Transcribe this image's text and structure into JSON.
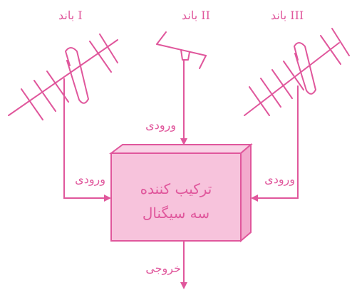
{
  "colors": {
    "line": "#e0579c",
    "box_front": "#f7c3dc",
    "box_top": "#f9d3e6",
    "box_side": "#f3aacd",
    "text": "#e0579c"
  },
  "labels": {
    "band_1": "باند I",
    "band_2": "باند II",
    "band_3": "باند III",
    "input_top": "ورودی",
    "input_left": "ورودی",
    "input_right": "ورودی",
    "output": "خروجی"
  },
  "combiner": {
    "line1": "ترکیب کننده",
    "line2": "سه سیگنال"
  }
}
